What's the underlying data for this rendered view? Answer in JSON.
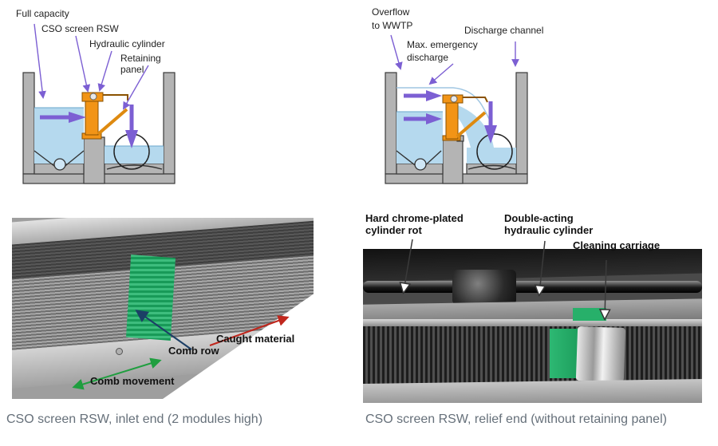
{
  "colors": {
    "accent_purple": "#7c5fd3",
    "water_blue": "#b5d9ee",
    "cylinder_orange": "#f29416",
    "wall_gray": "#b4b4b4",
    "comb_green": "#2fae6e",
    "arrow_red": "#c0271d",
    "arrow_green": "#1f9e3f",
    "arrow_navy": "#1c3f66"
  },
  "schematic_left": {
    "labels": {
      "full_capacity": "Full capacity",
      "cso_screen_rsw": "CSO screen RSW",
      "hydraulic_cylinder": "Hydraulic cylinder",
      "retaining_panel_line1": "Retaining",
      "retaining_panel_line2": "panel"
    }
  },
  "schematic_right": {
    "labels": {
      "overflow_line1": "Overflow",
      "overflow_line2": "to WWTP",
      "max_emergency_line1": "Max. emergency",
      "max_emergency_line2": "discharge",
      "discharge_channel": "Discharge channel"
    }
  },
  "photo_left": {
    "annotations": {
      "caught_material": "Caught material",
      "comb_row": "Comb row",
      "comb_movement": "Comb movement"
    },
    "caption": "CSO screen RSW, inlet end (2 modules high)"
  },
  "photo_right": {
    "annotations": {
      "hard_chrome_line1": "Hard chrome-plated",
      "hard_chrome_line2": "cylinder rot",
      "double_acting_line1": "Double-acting",
      "double_acting_line2": "hydraulic cylinder",
      "cleaning_carriage": "Cleaning carriage"
    },
    "caption": "CSO screen RSW, relief end (without retaining panel)"
  }
}
